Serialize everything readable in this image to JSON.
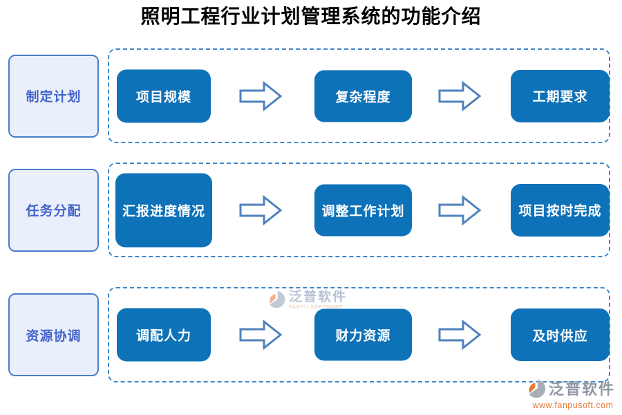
{
  "title": "照明工程行业计划管理系统的功能介绍",
  "rows": [
    {
      "label": "制定计划",
      "steps": [
        "项目规模",
        "复杂程度",
        "工期要求"
      ]
    },
    {
      "label": "任务分配",
      "steps": [
        "汇报进度情况",
        "调整工作计划",
        "项目按时完成"
      ]
    },
    {
      "label": "资源协调",
      "steps": [
        "调配人力",
        "财力资源",
        "及时供应"
      ]
    }
  ],
  "watermark": {
    "brand": "泛普软件",
    "subtext": "FANPU SOFTWARE"
  },
  "footer": {
    "brand": "泛普软件",
    "url": "www.fanpusoft.com"
  },
  "palette": {
    "step_box_fill": "#0e72b9",
    "step_box_text": "#ffffff",
    "dashed_border": "#3f86c8",
    "label_bg": "#e9effb",
    "label_border": "#4a7dc9",
    "label_text": "#4463c9",
    "arrow_stroke": "#4f81bd",
    "title_text": "#000000",
    "footer_brand": "#9097a3",
    "footer_url": "#e87b3a",
    "logo_gray": "#a8aeb9",
    "logo_orange": "#e87b3a"
  }
}
